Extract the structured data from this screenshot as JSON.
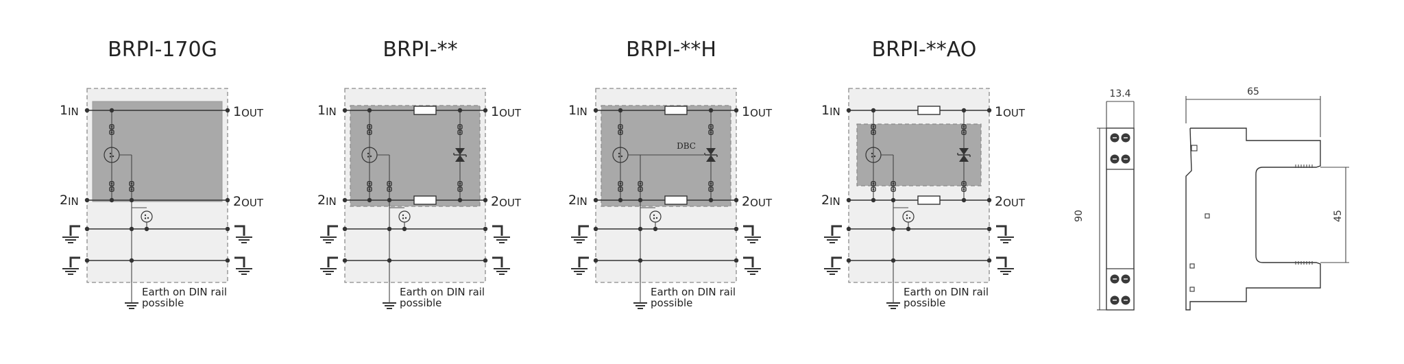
{
  "diagrams": [
    {
      "title": "BRPI-170G",
      "variant": "gdt-only"
    },
    {
      "title": "BRPI-**",
      "variant": "standard"
    },
    {
      "title": "BRPI-**H",
      "variant": "dbc"
    },
    {
      "title": "BRPI-**AO",
      "variant": "ao"
    }
  ],
  "pins": {
    "in1_num": "1",
    "in1_sub": "IN",
    "out1_num": "1",
    "out1_sub": "OUT",
    "in2_num": "2",
    "in2_sub": "IN",
    "out2_num": "2",
    "out2_sub": "OUT"
  },
  "dbc_label": "DBC",
  "earth_note_line1": "Earth on DIN rail",
  "earth_note_line2": "possible",
  "dimensions": {
    "front_width": "13.4",
    "height": "90",
    "side_depth": "65",
    "side_inner_height": "45"
  },
  "colors": {
    "module_fill": "#a9a9a9",
    "outer_box_fill": "#efefef",
    "dashed_border": "#8a8a8a",
    "line": "#333333"
  }
}
